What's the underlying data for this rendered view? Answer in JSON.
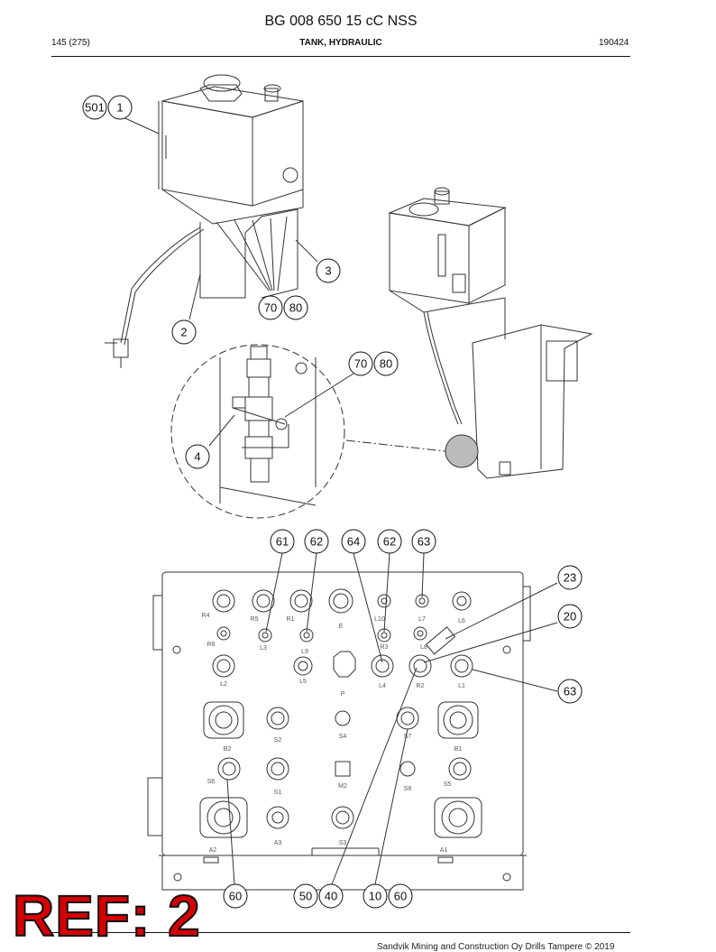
{
  "document": {
    "title": "BG 008 650 15 cC NSS",
    "page_number": "145 (275)",
    "section": "TANK, HYDRAULIC",
    "doc_code": "190424",
    "footer": "Sandvik Mining and Construction Oy Drills Tampere © 2019"
  },
  "ref_label": "REF: 2",
  "callouts": [
    "501",
    "1",
    "3",
    "70",
    "80",
    "2",
    "70",
    "80",
    "4",
    "61",
    "62",
    "64",
    "62",
    "63",
    "23",
    "20",
    "63",
    "60",
    "50",
    "40",
    "10",
    "60"
  ],
  "ports": [
    "R4",
    "R5",
    "R1",
    "E",
    "L10",
    "L7",
    "L6",
    "R6",
    "L3",
    "L9",
    "R3",
    "L8",
    "L2",
    "L5",
    "P",
    "L4",
    "R2",
    "L1",
    "B2",
    "S2",
    "S4",
    "S7",
    "B1",
    "S6",
    "S1",
    "M2",
    "S8",
    "S5",
    "A2",
    "A3",
    "S3",
    "A1"
  ]
}
